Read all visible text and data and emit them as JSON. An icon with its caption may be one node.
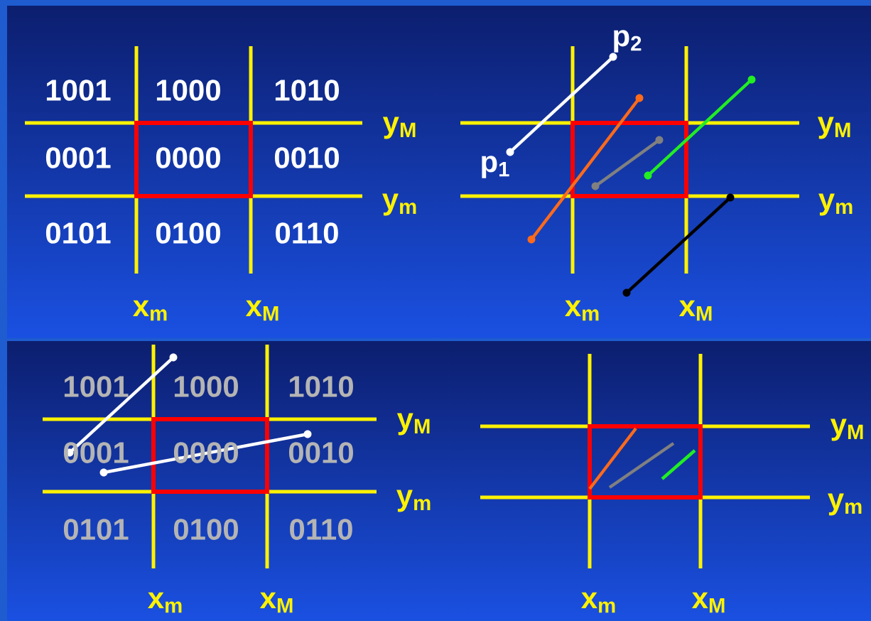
{
  "diagram": {
    "labels": [
      "1001",
      "1000",
      "1010",
      "y$_{M}$",
      "0001",
      "0000",
      "0010",
      "y$_{m}$",
      "0101",
      "0100",
      "0110",
      "x$_{m}$",
      "x$_{M}$",
      "p$_{2}$",
      "y$_{M}$",
      "p$_{1}$",
      "y$_{m}$",
      "x$_{m}$",
      "x$_{M}$",
      "1001",
      "1000",
      "1010",
      "y$_{M}$",
      "0001",
      "0000",
      "0010",
      "y$_{m}$",
      "0101",
      "0100",
      "0110",
      "x$_{m}$",
      "x$_{M}$",
      "y$_{M}$",
      "y$_{m}$",
      "x$_{m}$",
      "x$_{M}$"
    ]
  }
}
